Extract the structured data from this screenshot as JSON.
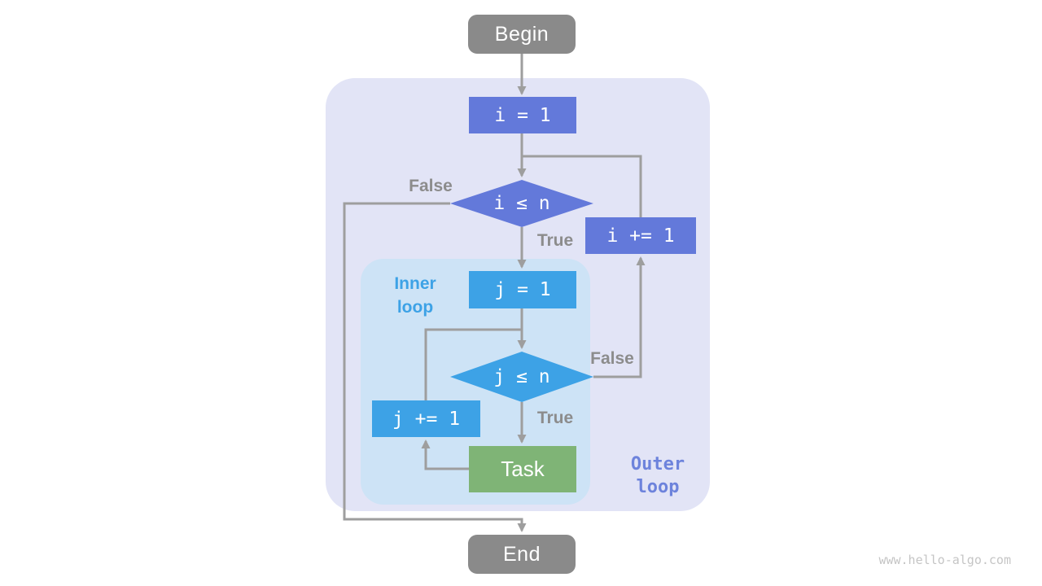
{
  "diagram": {
    "nodes": {
      "begin": {
        "label": "Begin",
        "type": "terminal"
      },
      "init_i": {
        "label": "i = 1",
        "type": "process"
      },
      "cond_i": {
        "label": "i ≤ n",
        "type": "decision"
      },
      "inc_i": {
        "label": "i += 1",
        "type": "process"
      },
      "init_j": {
        "label": "j = 1",
        "type": "process"
      },
      "cond_j": {
        "label": "j ≤ n",
        "type": "decision"
      },
      "inc_j": {
        "label": "j += 1",
        "type": "process"
      },
      "task": {
        "label": "Task",
        "type": "process"
      },
      "end": {
        "label": "End",
        "type": "terminal"
      }
    },
    "branch_labels": {
      "cond_i_false": "False",
      "cond_i_true": "True",
      "cond_j_false": "False",
      "cond_j_true": "True"
    },
    "regions": {
      "inner": {
        "line1": "Inner",
        "line2": "loop"
      },
      "outer": {
        "line1": "Outer",
        "line2": "loop"
      }
    },
    "edges": [
      {
        "from": "begin",
        "to": "init_i",
        "branch": ""
      },
      {
        "from": "init_i",
        "to": "cond_i",
        "branch": ""
      },
      {
        "from": "cond_i",
        "to": "init_j",
        "branch": "True"
      },
      {
        "from": "cond_i",
        "to": "end",
        "branch": "False"
      },
      {
        "from": "init_j",
        "to": "cond_j",
        "branch": ""
      },
      {
        "from": "cond_j",
        "to": "task",
        "branch": "True"
      },
      {
        "from": "cond_j",
        "to": "inc_i",
        "branch": "False"
      },
      {
        "from": "task",
        "to": "inc_j",
        "branch": ""
      },
      {
        "from": "inc_j",
        "to": "cond_j",
        "branch": ""
      },
      {
        "from": "inc_i",
        "to": "cond_i",
        "branch": ""
      }
    ],
    "colors": {
      "terminal_node": "#8a8a8a",
      "outer_loop_node": "#6379da",
      "inner_loop_node": "#3da2e6",
      "task_node": "#7fb476",
      "outer_region_bg": "#e2e4f6",
      "inner_region_bg": "#cde3f6",
      "connector": "#9e9e9e",
      "branch_label_text": "#8c8c8c",
      "inner_label_text": "#3da2e6",
      "outer_label_text": "#6d83dc"
    }
  },
  "watermark": "www.hello-algo.com"
}
